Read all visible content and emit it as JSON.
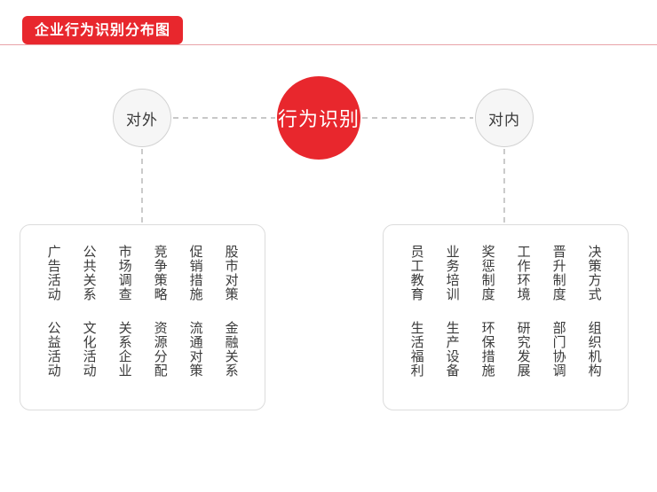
{
  "header": {
    "title": "企业行为识别分布图"
  },
  "colors": {
    "accent_red": "#e8272d",
    "rule_pink": "#e8a3a8",
    "circle_gray": "#f6f6f6",
    "border_gray": "#dcdcdc",
    "text_dark": "#3a3a3a"
  },
  "diagram": {
    "center_node": {
      "label": "行为识别"
    },
    "branches": [
      {
        "id": "outside",
        "node_label": "对外",
        "columns": [
          {
            "top": "股市对策",
            "bottom": "金融关系"
          },
          {
            "top": "促销措施",
            "bottom": "流通对策"
          },
          {
            "top": "竞争策略",
            "bottom": "资源分配"
          },
          {
            "top": "市场调查",
            "bottom": "关系企业"
          },
          {
            "top": "公共关系",
            "bottom": "文化活动"
          },
          {
            "top": "广告活动",
            "bottom": "公益活动"
          }
        ]
      },
      {
        "id": "inside",
        "node_label": "对内",
        "columns": [
          {
            "top": "决策方式",
            "bottom": "组织机构"
          },
          {
            "top": "晋升制度",
            "bottom": "部门协调"
          },
          {
            "top": "工作环境",
            "bottom": "研究发展"
          },
          {
            "top": "奖惩制度",
            "bottom": "环保措施"
          },
          {
            "top": "业务培训",
            "bottom": "生产设备"
          },
          {
            "top": "员工教育",
            "bottom": "生活福利"
          }
        ]
      }
    ]
  }
}
